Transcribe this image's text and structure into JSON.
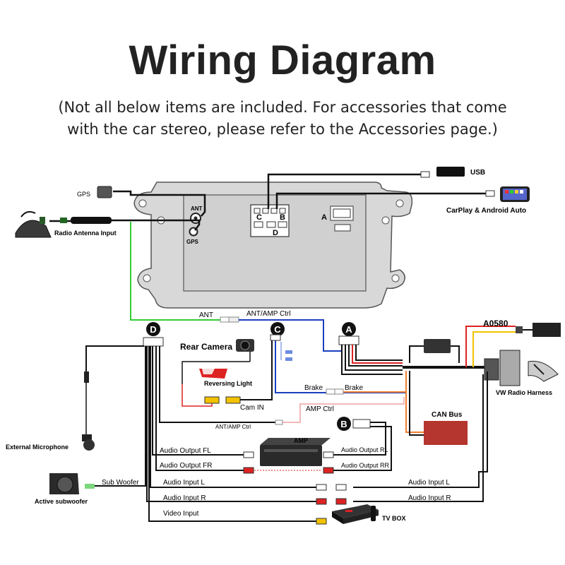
{
  "title": "Wiring Diagram",
  "subtitle_line1": "(Not all below items are included. For accessories that come",
  "subtitle_line2": "with the car stereo, please refer to the Accessories page.)",
  "components": {
    "gps": "GPS",
    "radio_antenna_input": "Radio Antenna Input",
    "usb": "USB",
    "carplay": "CarPlay & Android Auto",
    "ant_port": "ANT",
    "gps_port": "GPS",
    "port_a": "A",
    "port_b": "B",
    "port_c": "C",
    "port_d": "D",
    "a0580": "A0580",
    "vw_harness": "VW Radio Harness",
    "can_bus": "CAN Bus",
    "rear_camera": "Rear Camera",
    "reversing_light": "Reversing Light",
    "cam_in": "Cam IN",
    "external_microphone": "External Microphone",
    "active_subwoofer": "Active subwoofer",
    "sub_woofer": "Sub Woofer",
    "amp": "AMP",
    "tv_box": "TV BOX"
  },
  "wire_labels": {
    "ant": "ANT",
    "ant_amp_ctrl": "ANT/AMP Ctrl",
    "brake_left": "Brake",
    "brake_right": "Brake",
    "amp_ctrl": "AMP Ctrl",
    "ant_amp_ctrl_lower": "ANT/AMP Ctrl",
    "audio_output_fl": "Audio Output FL",
    "audio_output_fr": "Audio Output FR",
    "audio_output_rl": "Audio Output RL",
    "audio_output_rr": "Audio Output RR",
    "audio_input_l": "Audio Input L",
    "audio_input_r": "Audio Input R",
    "audio_input_l_right": "Audio Input L",
    "audio_input_r_right": "Audio Input R",
    "video_input": "Video Input"
  },
  "badges": {
    "d": "D",
    "c": "C",
    "a": "A",
    "b": "B"
  },
  "colors": {
    "green_wire": "#33cc33",
    "blue_wire": "#1a3fbf",
    "pink_wire": "#f0a0a0",
    "orange_wire": "#f08030",
    "red_wire": "#dd2222",
    "yellow_wire": "#f2c200",
    "can_bus_box": "#b5352f",
    "head_unit": "#d8d8d8"
  }
}
